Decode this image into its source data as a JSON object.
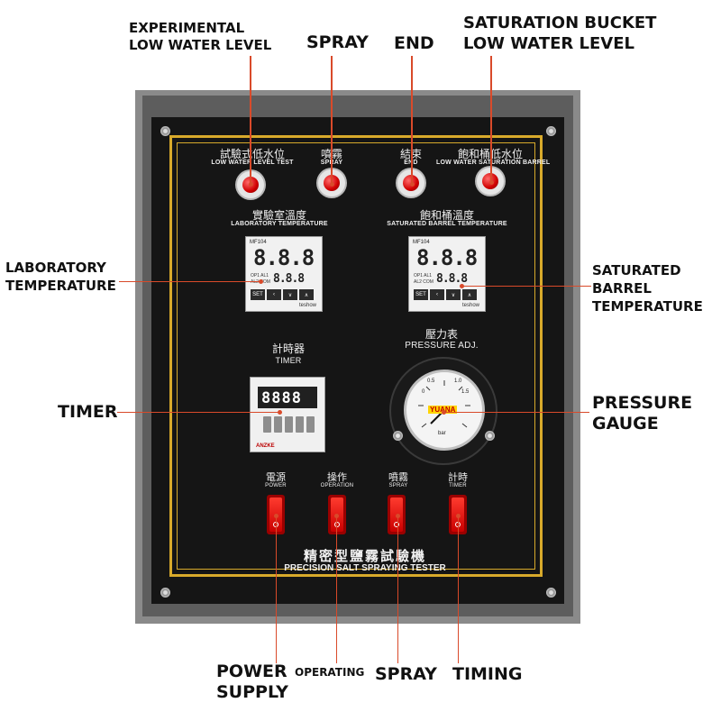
{
  "callouts": {
    "exp_low_water": [
      "EXPERIMENTAL",
      "LOW WATER LEVEL"
    ],
    "spray_top": "SPRAY",
    "end": "END",
    "saturation_bucket": [
      "SATURATION BUCKET",
      "LOW WATER LEVEL"
    ],
    "laboratory_temperature": [
      "LABORATORY",
      "TEMPERATURE"
    ],
    "saturated_barrel_temperature": [
      "SATURATED",
      "BARREL",
      "TEMPERATURE"
    ],
    "timer": "TIMER",
    "pressure_gauge": [
      "PRESSURE",
      "GAUGE"
    ],
    "power_supply": [
      "POWER",
      "SUPPLY"
    ],
    "operating": "OPERATING",
    "spray_bottom": "SPRAY",
    "timing": "TIMING"
  },
  "panel": {
    "lamps": [
      {
        "zh": "試驗式低水位",
        "en": "LOW WATER LEVEL TEST"
      },
      {
        "zh": "噴霧",
        "en": "SPRAY"
      },
      {
        "zh": "結束",
        "en": "END"
      },
      {
        "zh": "飽和桶低水位",
        "en": "LOW WATER SATURATION BARREL"
      }
    ],
    "lab_temp": {
      "zh": "實驗室溫度",
      "en": "LABORATORY TEMPERATURE"
    },
    "barrel_temp": {
      "zh": "飽和桶溫度",
      "en": "SATURATED BARREL TEMPERATURE"
    },
    "controller": {
      "model": "MF104",
      "pv": "8.8.8",
      "sv": "8.8.8",
      "led1": "OP1  AL1",
      "led2": "AL2  COM",
      "buttons": [
        "SET",
        "‹",
        "∨",
        "∧"
      ],
      "brand": "teshow"
    },
    "timer": {
      "zh": "計時器",
      "en": "TIMER",
      "display": "8888",
      "brand": "ANZKE"
    },
    "pressure": {
      "zh": "壓力表",
      "en": "PRESSURE ADJ.",
      "brand": "YUANA",
      "unit": "bar",
      "scale": [
        "0",
        "0.5",
        "1.0",
        "1.5"
      ]
    },
    "switches": [
      {
        "zh": "電源",
        "en": "POWER"
      },
      {
        "zh": "操作",
        "en": "OPERATION"
      },
      {
        "zh": "噴霧",
        "en": "SPRAY"
      },
      {
        "zh": "計時",
        "en": "TIMER"
      }
    ],
    "title_zh": "精密型鹽霧試驗機",
    "title_en": "PRECISION SALT SPRAYING TESTER"
  }
}
